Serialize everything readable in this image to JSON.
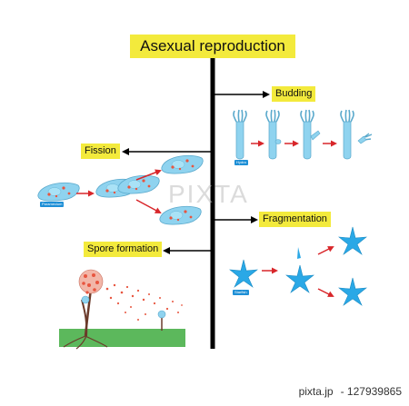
{
  "title": "Asexual reproduction",
  "labels": {
    "budding": "Budding",
    "fission": "Fission",
    "fragmentation": "Fragmentation",
    "spore_formation": "Spore formation"
  },
  "organism_tags": {
    "paramecium": "Paramecium",
    "hydra": "Hydra",
    "starfish": "Starfish"
  },
  "watermark": "PIXTA",
  "credit": {
    "site": "pixta.jp",
    "id": "- 127939865"
  },
  "colors": {
    "label_background": "#f3ea3c",
    "trunk_line": "#000000",
    "organism_fill": "#8fd3ef",
    "starfish_fill": "#2aa8e6",
    "process_arrow": "#d8262a",
    "nuclei": "#e8553f",
    "ground": "#5cb85c",
    "stalk": "#6b3a2a"
  },
  "icons": {
    "branch_arrow": "arrow-icon",
    "process_arrow": "red-arrow-icon"
  }
}
